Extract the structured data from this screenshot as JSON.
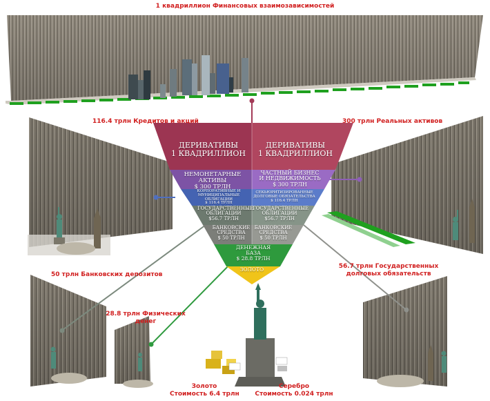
{
  "labels": {
    "top": "1 квадриллион Финансовых взаимозависимостей",
    "credit": "116.4 трлн Кредитов и акций",
    "real_assets": "300 трлн Реальных активов",
    "bank_deposits": "50 трлн Банковских депозитов",
    "physical_money_line1": "28.8 трлн Физических",
    "physical_money_line2": "денег",
    "gov_bonds_line1": "56.7 трлн Государственных",
    "gov_bonds_line2": "долговых обязательств",
    "gold_line1": "Золото",
    "gold_line2": "Стоимость 6.4 трлн",
    "silver_line1": "Серебро",
    "silver_line2": "Стоимость 0.024 трлн"
  },
  "pyramid": {
    "derivatives_left_1": "ДЕРИВАТИВЫ",
    "derivatives_left_2": "1 КВАДРИЛЛИОН",
    "derivatives_right_1": "ДЕРИВАТИВЫ",
    "derivatives_right_2": "1 КВАДРИЛЛИОН",
    "nonmonetary_1": "НЕМОНЕТАРНЫЕ АКТИВЫ",
    "nonmonetary_2": "$ 300 ТРЛН",
    "private_1": "ЧАСТНЫЙ БИЗНЕС",
    "private_2": "И НЕДВИЖИМОСТЬ",
    "private_3": "$ 300 ТРЛН",
    "corporate_1": "КОРПОРАТИВНЫЕ И",
    "corporate_2": "МУНИЦИПАЛЬНЫЕ",
    "corporate_3": "ОБЛИГАЦИИ",
    "corporate_4": "$ 116.4 ТРЛН",
    "securitized_1": "СЕКЬЮРИТИЗИРОВАННЫЕ",
    "securitized_2": "ДОЛГОВЫЕ ОБЯЗАТЕЛЬСТВА",
    "securitized_3": "$ 116.4 ТРЛН",
    "govbonds_left_1": "ГОСУДАРСТВЕННЫЕ",
    "govbonds_left_2": "ОБЛИГАЦИИ",
    "govbonds_left_3": "$56.7 ТРЛН",
    "govbonds_right_1": "ГОСУДАРСТВЕННЫЕ",
    "govbonds_right_2": "ОБЛИГАЦИИ",
    "govbonds_right_3": "$56.7 ТРЛН",
    "bank_left_1": "БАНКОВСКИЕ",
    "bank_left_2": "СРЕДСТВА",
    "bank_left_3": "$ 50 ТРЛН",
    "bank_right_1": "БАНКОВСКИЕ",
    "bank_right_2": "СРЕДСТВА",
    "bank_right_3": "$ 50 ТРЛН",
    "money_1": "ДЕНЕЖНАЯ",
    "money_2": "БАЗА",
    "money_3": "$ 28.8 ТРЛН",
    "gold": "ЗОЛОТО"
  },
  "colors": {
    "label_red": "#d11f1f",
    "derivatives": "#a33a57",
    "nonmonetary": "#8e5fb7",
    "corporate": "#4f6fbf",
    "government": "#7c8a7e",
    "banking": "#8f918c",
    "money": "#2f9a3f",
    "gold": "#e6b800",
    "wall": "#8a8377",
    "ground_green": "#1fa01f"
  }
}
